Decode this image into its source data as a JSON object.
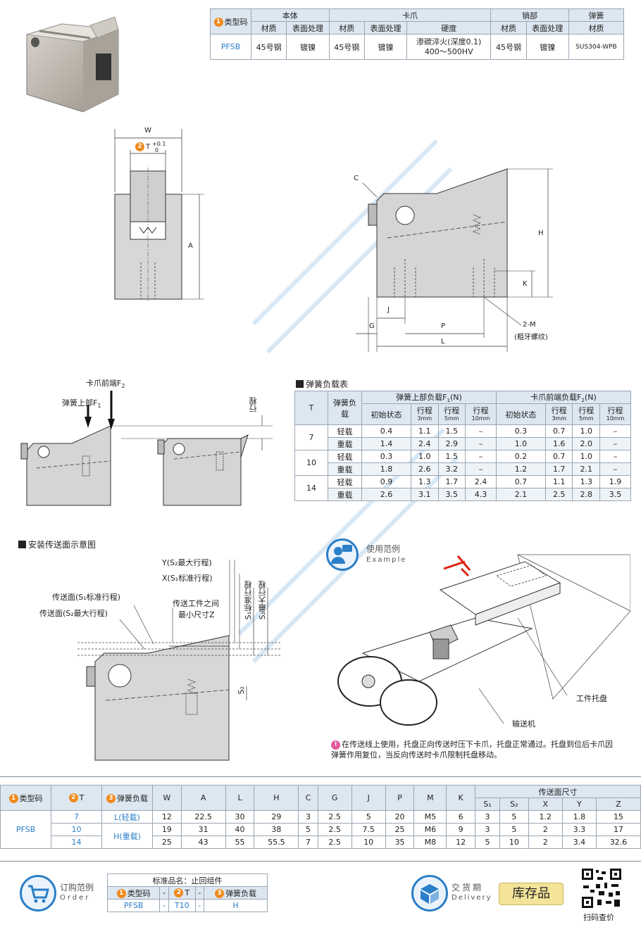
{
  "spec_table": {
    "model_label": "类型码",
    "groups": [
      "本体",
      "卡爪",
      "销部",
      "弹簧"
    ],
    "subheads": [
      "材质",
      "表面处理",
      "材质",
      "表面处理",
      "硬度",
      "材质",
      "表面处理",
      "材质"
    ],
    "row": {
      "model": "PFSB",
      "body_material": "45号钢",
      "body_surface": "镀镍",
      "claw_material": "45号钢",
      "claw_surface": "镀镍",
      "claw_hardness_1": "渗碳淬火(深度0.1)",
      "claw_hardness_2": "400～500HV",
      "pin_material": "45号钢",
      "pin_surface": "镀镍",
      "spring_material": "SUS304-WPB"
    }
  },
  "drawing1": {
    "w": "W",
    "t": "T",
    "tol_upper": "+0.1",
    "tol_lower": "0",
    "a": "A",
    "c": "C",
    "h": "H",
    "k": "K",
    "j": "J",
    "g": "G",
    "p": "P",
    "l": "L",
    "thread": "2-M",
    "thread_note": "(粗牙螺纹)"
  },
  "force_diagram": {
    "claw_front": "卡爪前端F",
    "claw_front_sub": "2",
    "spring_top": "弹簧上部F",
    "spring_top_sub": "1",
    "stroke": "行程"
  },
  "load_table": {
    "title": "弹簧负载表",
    "h_t": "T",
    "h_load": "弹簧负载",
    "h_f1": "弹簧上部负载F",
    "h_f1_sub": "1",
    "h_f1_unit": "(N)",
    "h_f2": "卡爪前端负载F",
    "h_f2_sub": "2",
    "h_f2_unit": "(N)",
    "h_init": "初始状态",
    "h_stroke": "行程",
    "units": [
      "3mm",
      "5mm",
      "10mm"
    ],
    "rows": [
      {
        "t": "7",
        "load": "轻载",
        "f1": [
          "0.4",
          "1.1",
          "1.5",
          "–"
        ],
        "f2": [
          "0.3",
          "0.7",
          "1.0",
          "–"
        ]
      },
      {
        "t": "",
        "load": "重载",
        "f1": [
          "1.4",
          "2.4",
          "2.9",
          "–"
        ],
        "f2": [
          "1.0",
          "1.6",
          "2.0",
          "–"
        ]
      },
      {
        "t": "10",
        "load": "轻载",
        "f1": [
          "0.3",
          "1.0",
          "1.5",
          "–"
        ],
        "f2": [
          "0.2",
          "0.7",
          "1.0",
          "–"
        ]
      },
      {
        "t": "",
        "load": "重载",
        "f1": [
          "1.8",
          "2.6",
          "3.2",
          "–"
        ],
        "f2": [
          "1.2",
          "1.7",
          "2.1",
          "–"
        ]
      },
      {
        "t": "14",
        "load": "轻载",
        "f1": [
          "0.9",
          "1.3",
          "1.7",
          "2.4"
        ],
        "f2": [
          "0.7",
          "1.1",
          "1.3",
          "1.9"
        ]
      },
      {
        "t": "",
        "load": "重载",
        "f1": [
          "2.6",
          "3.1",
          "3.5",
          "4.3"
        ],
        "f2": [
          "2.1",
          "2.5",
          "2.8",
          "3.5"
        ]
      }
    ]
  },
  "install": {
    "title": "安装传送面示意图",
    "y_label": "Y(S₂最大行程)",
    "x_label": "X(S₁标准行程)",
    "surface_s1": "传送面(S₁标准行程)",
    "surface_s2": "传送面(S₂最大行程)",
    "min_gap_1": "传送工件之间",
    "min_gap_2": "最小尺寸Z",
    "s1_std": "S₁标准行程",
    "s2_max": "S₂最大行程",
    "s2": "S₂"
  },
  "example": {
    "title": "使用范例",
    "title_en": "Example",
    "tray": "工件托盘",
    "conveyor": "输送机",
    "note": "在传送线上使用，托盘正向传送时压下卡爪，托盘正常通过。托盘到位后卡爪因弹簧作用复位，当反向传送时卡爪限制托盘移动。"
  },
  "dim_table": {
    "h_model": "类型码",
    "h_t": "T",
    "h_load": "弹簧负载",
    "cols": [
      "W",
      "A",
      "L",
      "H",
      "C",
      "G",
      "J",
      "P",
      "M",
      "K"
    ],
    "surface": "传送面尺寸",
    "surf_cols": [
      "S₁",
      "S₂",
      "X",
      "Y",
      "Z"
    ],
    "model": "PFSB",
    "load_l": "L(轻载)",
    "load_h": "H(重载)",
    "rows": [
      {
        "t": "7",
        "v": [
          "12",
          "22.5",
          "30",
          "29",
          "3",
          "2.5",
          "5",
          "20",
          "M5",
          "6",
          "3",
          "5",
          "1.2",
          "1.8",
          "15"
        ]
      },
      {
        "t": "10",
        "v": [
          "19",
          "31",
          "40",
          "38",
          "5",
          "2.5",
          "7.5",
          "25",
          "M6",
          "9",
          "3",
          "5",
          "2",
          "3.3",
          "17"
        ]
      },
      {
        "t": "14",
        "v": [
          "25",
          "43",
          "55",
          "55.5",
          "7",
          "2.5",
          "10",
          "35",
          "M8",
          "12",
          "5",
          "10",
          "2",
          "3.4",
          "32.6"
        ]
      }
    ]
  },
  "order": {
    "title": "订购范例",
    "title_en": "Order",
    "std_name": "标准品名：止回组件",
    "h_model": "类型码",
    "h_t": "T",
    "h_load": "弹簧负载",
    "dash": "-",
    "v_model": "PFSB",
    "v_t": "T10",
    "v_load": "H"
  },
  "delivery": {
    "title": "交货期",
    "title_en": "Delivery",
    "stock": "库存品",
    "scan": "扫码查价"
  },
  "colors": {
    "accent": "#2b7ec8",
    "header": "#dde7f1",
    "badge": "#f08a1c",
    "stock": "#f3e49a"
  }
}
